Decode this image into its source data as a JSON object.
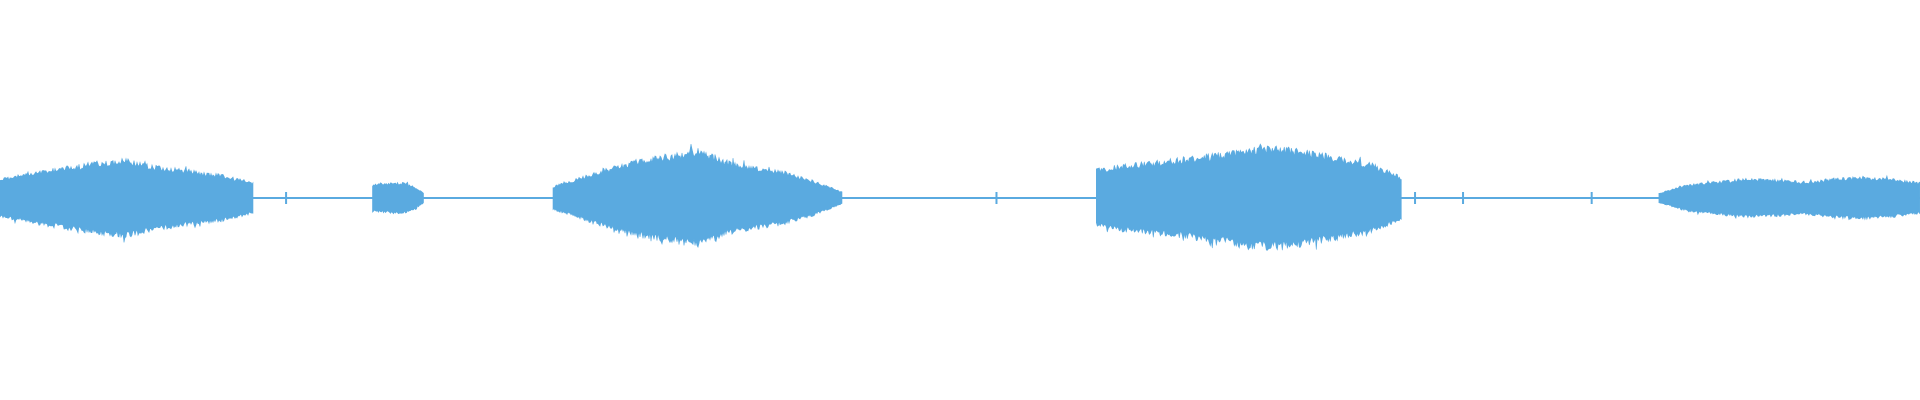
{
  "waveform": {
    "color": "#5aaae0",
    "background": "#ffffff",
    "baseline_amplitude": 0.01,
    "segments": [
      {
        "start": 0.0,
        "end": 0.132,
        "peak": 0.4,
        "profile": [
          0.2,
          0.26,
          0.32,
          0.37,
          0.4,
          0.33,
          0.28,
          0.24,
          0.16
        ]
      },
      {
        "start": 0.194,
        "end": 0.221,
        "peak": 0.16,
        "profile": [
          0.14,
          0.15,
          0.16,
          0.16,
          0.12,
          0.05
        ]
      },
      {
        "start": 0.288,
        "end": 0.439,
        "peak": 0.5,
        "profile": [
          0.12,
          0.22,
          0.32,
          0.4,
          0.45,
          0.5,
          0.38,
          0.32,
          0.27,
          0.18,
          0.06
        ]
      },
      {
        "start": 0.571,
        "end": 0.73,
        "peak": 0.53,
        "profile": [
          0.3,
          0.35,
          0.38,
          0.42,
          0.46,
          0.52,
          0.53,
          0.48,
          0.42,
          0.36,
          0.22
        ]
      },
      {
        "start": 0.864,
        "end": 1.0,
        "peak": 0.22,
        "profile": [
          0.05,
          0.14,
          0.17,
          0.2,
          0.19,
          0.17,
          0.2,
          0.22,
          0.2,
          0.16
        ]
      }
    ],
    "spikes": [
      0.149,
      0.519,
      0.737,
      0.762,
      0.829
    ]
  }
}
